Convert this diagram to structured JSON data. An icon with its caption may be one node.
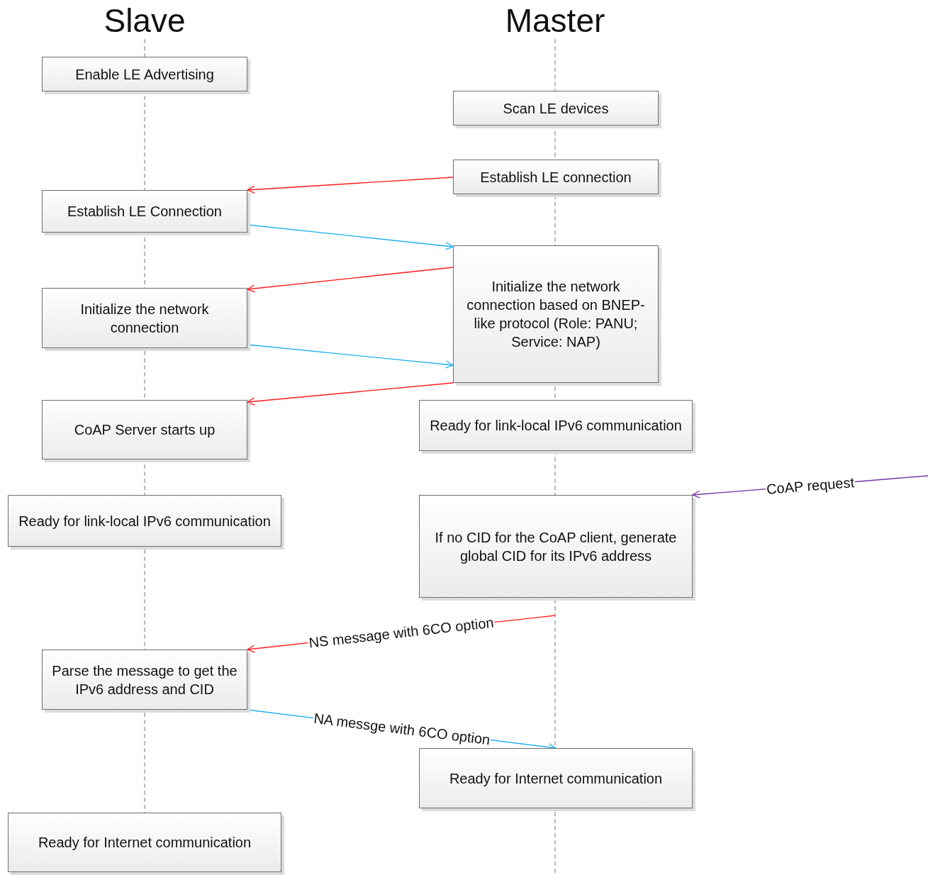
{
  "diagram": {
    "nodes": [
      {
        "text": [
          "Enable LE Advertising"
        ]
      },
      {
        "text": [
          "Scan LE devices"
        ]
      },
      {
        "text": [
          "Establish LE connection"
        ]
      },
      {
        "text": [
          "Establish LE Connection"
        ]
      },
      {
        "text": [
          "Initialize the network connection based on BNEP-like protocol (Role: PANU; Service: NAP)"
        ]
      },
      {
        "text": [
          "Initialize the network connection"
        ]
      },
      {
        "text": [
          "CoAP Server starts up"
        ]
      },
      {
        "text": [
          "Ready for link-local IPv6 communication"
        ]
      },
      {
        "text": [
          "Ready for link-local IPv6 communication"
        ]
      },
      {
        "text": [
          "If no CID for the CoAP client, generate global CID for its IPv6 address"
        ]
      },
      {
        "text": [
          "Parse the message to get the IPv6 address and CID"
        ]
      },
      {
        "text": [
          "Ready for Internet communication"
        ]
      },
      {
        "text": [
          "Ready for Internet communication"
        ]
      }
    ],
    "edges": [
      {
        "from": 2,
        "to": 3,
        "arrow": "to"
      },
      {
        "from": 3,
        "to": 4,
        "arrow": "to",
        "color": "#1fb0ee"
      },
      {
        "from": 4,
        "to": 5,
        "arrow": "to"
      },
      {
        "from": 5,
        "to": 4,
        "arrow": "to",
        "color": "#1fb0ee"
      },
      {
        "from": 4,
        "to": 6,
        "arrow": "to"
      },
      {
        "from": null,
        "to": 9,
        "arrow": "to",
        "label": "CoAP request",
        "color": "#7030a0"
      },
      {
        "from": null,
        "to": 10,
        "arrow": "to",
        "label": "NS message with 6CO option"
      },
      {
        "from": 10,
        "to": 11,
        "arrow": "to",
        "label": "NA messge with 6CO option",
        "color": "#1fb0ee"
      }
    ],
    "labels": [
      "Slave",
      "Master"
    ]
  }
}
